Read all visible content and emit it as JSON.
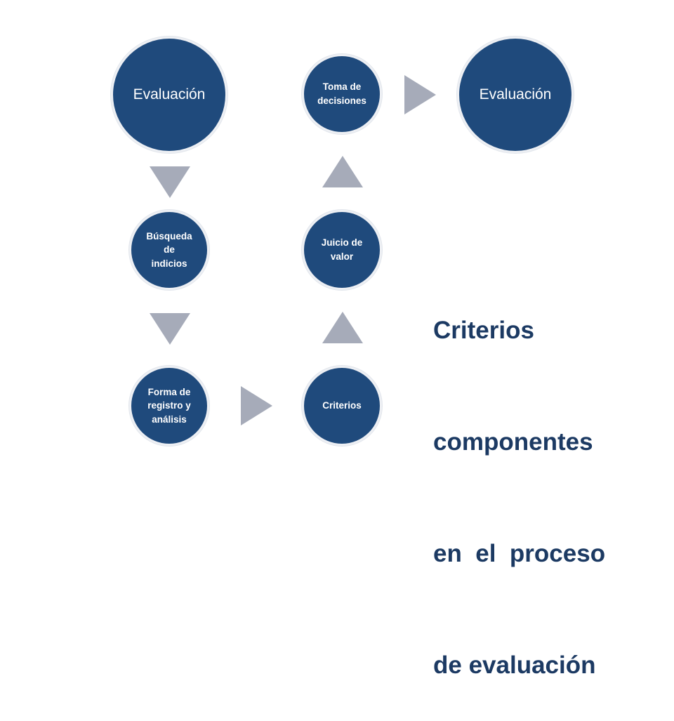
{
  "diagram": {
    "title_lines": [
      "Criterios",
      "componentes",
      "en  el  proceso",
      "de evaluación"
    ],
    "colors": {
      "node_fill": "#1f4a7c",
      "node_text": "#ffffff",
      "arrow": "#a6abb9",
      "title_text": "#1c3a63",
      "background": "#ffffff"
    },
    "nodes": [
      {
        "id": "evaluacion-start",
        "label": "Evaluación",
        "size": "big"
      },
      {
        "id": "busqueda",
        "label": "Búsqueda\nde\nindicios",
        "size": "small"
      },
      {
        "id": "forma",
        "label": "Forma de\nregistro y\nanálisis",
        "size": "small"
      },
      {
        "id": "criterios",
        "label": "Criterios",
        "size": "small"
      },
      {
        "id": "juicio",
        "label": "Juicio de\nvalor",
        "size": "small"
      },
      {
        "id": "toma",
        "label": "Toma de\ndecisiones",
        "size": "small"
      },
      {
        "id": "evaluacion-end",
        "label": "Evaluación",
        "size": "big"
      }
    ],
    "flow": [
      {
        "from": "Evaluación",
        "to": "Búsqueda de indicios",
        "direction": "down"
      },
      {
        "from": "Búsqueda de indicios",
        "to": "Forma de registro y análisis",
        "direction": "down"
      },
      {
        "from": "Forma de registro y análisis",
        "to": "Criterios",
        "direction": "right"
      },
      {
        "from": "Criterios",
        "to": "Juicio de valor",
        "direction": "up"
      },
      {
        "from": "Juicio de valor",
        "to": "Toma de decisiones",
        "direction": "up"
      },
      {
        "from": "Toma de decisiones",
        "to": "Evaluación",
        "direction": "right"
      }
    ]
  }
}
